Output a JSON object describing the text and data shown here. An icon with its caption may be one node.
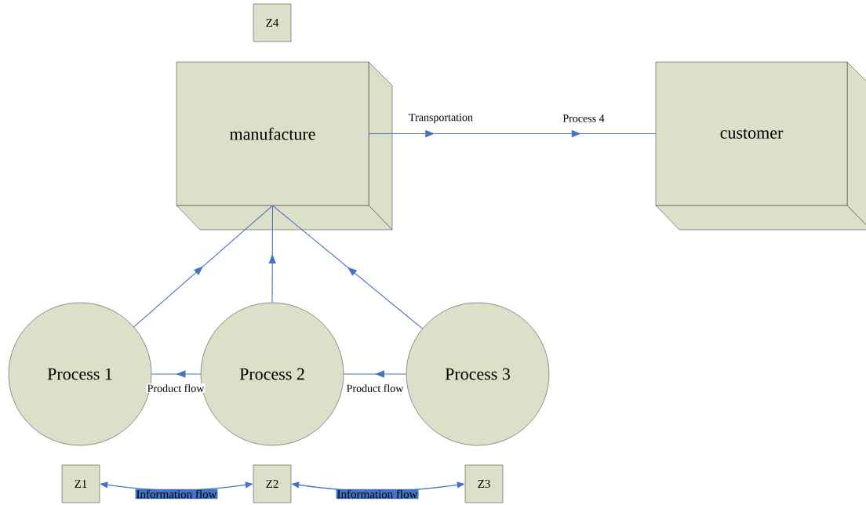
{
  "diagram": {
    "nodes": [
      {
        "text": [
          "manufacture"
        ]
      },
      {
        "text": [
          "customer"
        ]
      },
      {
        "text": [
          "Process 1"
        ]
      },
      {
        "text": [
          "Process 2"
        ]
      },
      {
        "text": [
          "Process 3"
        ]
      },
      {
        "text": [
          "Z1"
        ]
      },
      {
        "text": [
          "Z2"
        ]
      },
      {
        "text": [
          "Z3"
        ]
      },
      {
        "text": [
          "Z4"
        ]
      }
    ],
    "edges": [
      {
        "from": 0,
        "to": 1,
        "arrow": "to",
        "label": "Transportation"
      },
      {
        "from": 2,
        "to": 0,
        "arrow": "to"
      },
      {
        "from": 3,
        "to": 0,
        "arrow": "to"
      },
      {
        "from": 4,
        "to": 0,
        "arrow": "to"
      },
      {
        "from": 3,
        "to": 2,
        "arrow": "to",
        "label": "Product flow"
      },
      {
        "from": 4,
        "to": 3,
        "arrow": "to",
        "label": "Product flow"
      },
      {
        "from": 6,
        "to": 5,
        "arrow": "both",
        "label": "Information flow"
      },
      {
        "from": 6,
        "to": 7,
        "arrow": "both",
        "label": "Information flow"
      }
    ],
    "labels": [
      "Process 4"
    ]
  }
}
